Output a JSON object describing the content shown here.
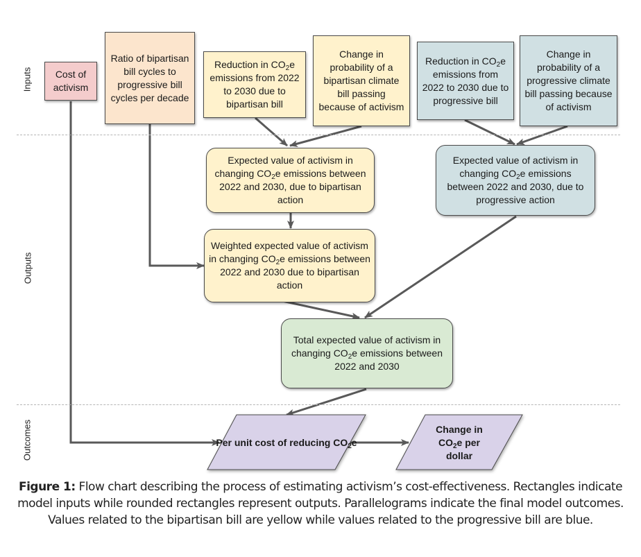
{
  "lanes": [
    {
      "id": "inputs",
      "label": "Inputs"
    },
    {
      "id": "outputs",
      "label": "Outputs"
    },
    {
      "id": "outcomes",
      "label": "Outcomes"
    }
  ],
  "nodes": {
    "cost_of_activism": {
      "text": "Cost of activism",
      "shape": "rectangle",
      "color": "#f4cccc"
    },
    "ratio_bill_cycles": {
      "text": "Ratio of bipartisan bill cycles to progressive bill cycles per decade",
      "shape": "rectangle",
      "color": "#fce5cd"
    },
    "reduction_bipartisan": {
      "pre": "Reduction in CO",
      "sub": "2",
      "post": "e emissions from 2022 to 2030 due to bipartisan bill",
      "shape": "rectangle",
      "color": "#fff2cc"
    },
    "prob_bipartisan": {
      "text": "Change in probability of a bipartisan climate bill passing because of activism",
      "shape": "rectangle",
      "color": "#fff2cc"
    },
    "reduction_progressive": {
      "pre": "Reduction in CO",
      "sub": "2",
      "post": "e emissions from 2022 to 2030 due to progressive bill",
      "shape": "rectangle",
      "color": "#d0e0e3"
    },
    "prob_progressive": {
      "text": "Change in probability of a progressive climate bill passing because of activism",
      "shape": "rectangle",
      "color": "#d0e0e3"
    },
    "ev_bipartisan": {
      "pre": "Expected value of activism in changing CO",
      "sub": "2",
      "post": "e emissions between 2022 and 2030, due to bipartisan action",
      "shape": "rounded-rectangle",
      "color": "#fff2cc"
    },
    "ev_progressive": {
      "pre": "Expected value of activism in changing CO",
      "sub": "2",
      "post": "e emissions between 2022 and 2030, due to progressive action",
      "shape": "rounded-rectangle",
      "color": "#d0e0e3"
    },
    "weighted_ev_bipartisan": {
      "pre": "Weighted expected value of activism in changing CO",
      "sub": "2",
      "post": "e emissions between 2022 and 2030 due to bipartisan action",
      "shape": "rounded-rectangle",
      "color": "#fff2cc"
    },
    "total_ev": {
      "pre": "Total expected value of activism in changing CO",
      "sub": "2",
      "post": "e emissions between 2022 and 2030",
      "shape": "rounded-rectangle",
      "color": "#d9ead3"
    },
    "per_unit_cost": {
      "pre": "Per unit cost of reducing CO",
      "sub": "2",
      "post": "e",
      "shape": "parallelogram",
      "color": "#d9d2e9"
    },
    "change_per_dollar": {
      "pre": "Change in CO",
      "sub": "2",
      "post": "e per dollar",
      "shape": "parallelogram",
      "color": "#d9d2e9"
    }
  },
  "edges": [
    {
      "from": "reduction_bipartisan",
      "to": "ev_bipartisan"
    },
    {
      "from": "prob_bipartisan",
      "to": "ev_bipartisan"
    },
    {
      "from": "reduction_progressive",
      "to": "ev_progressive"
    },
    {
      "from": "prob_progressive",
      "to": "ev_progressive"
    },
    {
      "from": "ev_bipartisan",
      "to": "weighted_ev_bipartisan"
    },
    {
      "from": "ratio_bill_cycles",
      "to": "weighted_ev_bipartisan"
    },
    {
      "from": "weighted_ev_bipartisan",
      "to": "total_ev"
    },
    {
      "from": "ev_progressive",
      "to": "total_ev"
    },
    {
      "from": "total_ev",
      "to": "per_unit_cost"
    },
    {
      "from": "cost_of_activism",
      "to": "per_unit_cost"
    },
    {
      "from": "per_unit_cost",
      "to": "change_per_dollar"
    }
  ],
  "caption": {
    "label": "Figure 1:",
    "text": " Flow chart describing the process of estimating activism’s cost-effectiveness. Rectangles indicate model inputs while rounded rectangles represent outputs. Parallelograms indicate the final model outcomes. Values related to the bipartisan bill are yellow while values related to the progressive bill are blue."
  }
}
